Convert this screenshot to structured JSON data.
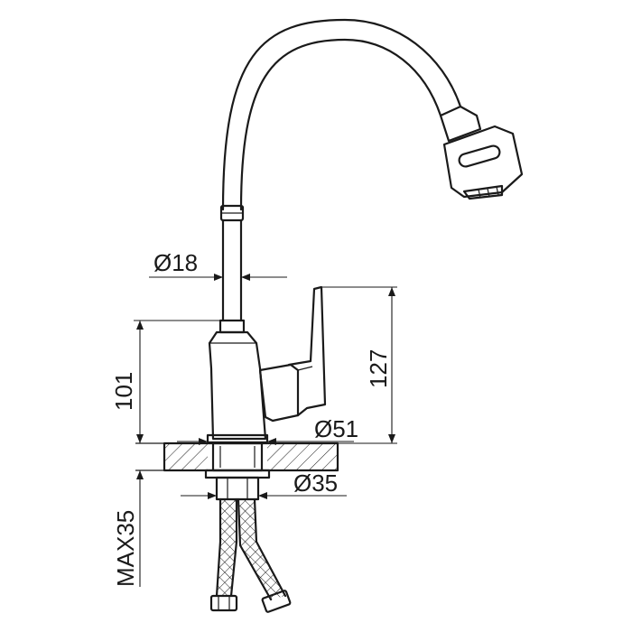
{
  "drawing": {
    "subject": "kitchen faucet with flexible spout",
    "dimensions": {
      "hose_diameter": "Ø18",
      "height_body": "101",
      "total_height": "127",
      "base_diameter": "Ø51",
      "thread_diameter": "Ø35",
      "max_thickness": "MAX35"
    }
  }
}
